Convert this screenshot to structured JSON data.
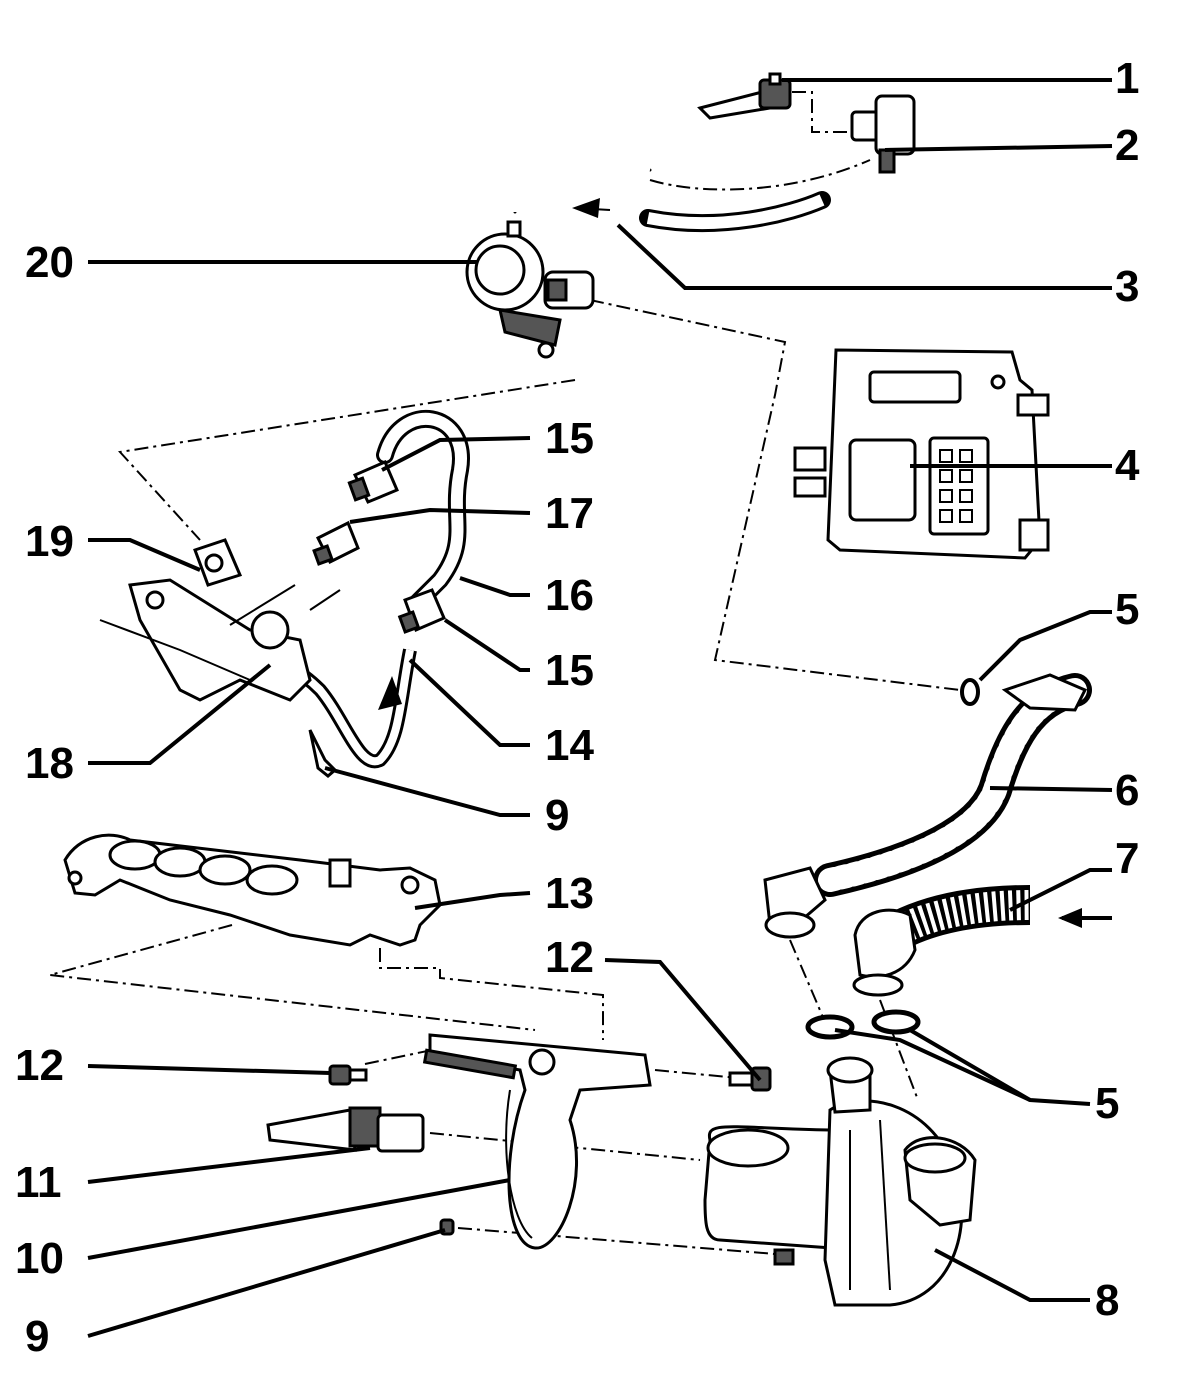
{
  "callouts": [
    {
      "id": "c1",
      "label": "1"
    },
    {
      "id": "c2",
      "label": "2"
    },
    {
      "id": "c3",
      "label": "3"
    },
    {
      "id": "c20",
      "label": "20"
    },
    {
      "id": "c4",
      "label": "4"
    },
    {
      "id": "c15a",
      "label": "15"
    },
    {
      "id": "c17",
      "label": "17"
    },
    {
      "id": "c19",
      "label": "19"
    },
    {
      "id": "c16",
      "label": "16"
    },
    {
      "id": "c5a",
      "label": "5"
    },
    {
      "id": "c15b",
      "label": "15"
    },
    {
      "id": "c14",
      "label": "14"
    },
    {
      "id": "c18",
      "label": "18"
    },
    {
      "id": "c6",
      "label": "6"
    },
    {
      "id": "c9a",
      "label": "9"
    },
    {
      "id": "c7",
      "label": "7"
    },
    {
      "id": "c13",
      "label": "13"
    },
    {
      "id": "c12a",
      "label": "12"
    },
    {
      "id": "c12b",
      "label": "12"
    },
    {
      "id": "c5b",
      "label": "5"
    },
    {
      "id": "c11",
      "label": "11"
    },
    {
      "id": "c10",
      "label": "10"
    },
    {
      "id": "c8",
      "label": "8"
    },
    {
      "id": "c9b",
      "label": "9"
    }
  ]
}
